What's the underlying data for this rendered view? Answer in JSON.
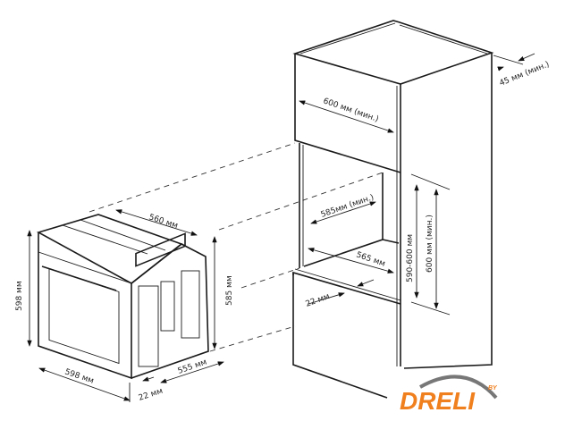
{
  "oven": {
    "height": "598 мм",
    "width": "598 мм",
    "top_depth": "560 мм",
    "side_height": "585 мм",
    "depth": "555 мм",
    "front_offset": "22 мм"
  },
  "cabinet": {
    "rear_gap": "45 мм (мин.)",
    "top_width": "600 мм (мин.)",
    "inner_depth": "585мм (мин.)",
    "inner_width": "565 мм",
    "front_offset": "22 мм",
    "opening_height": "590-600 мм",
    "min_height": "600 мм (мин.)"
  },
  "logo": {
    "text": "DRELI",
    "by": "BY",
    "color": "#f07f1e"
  }
}
